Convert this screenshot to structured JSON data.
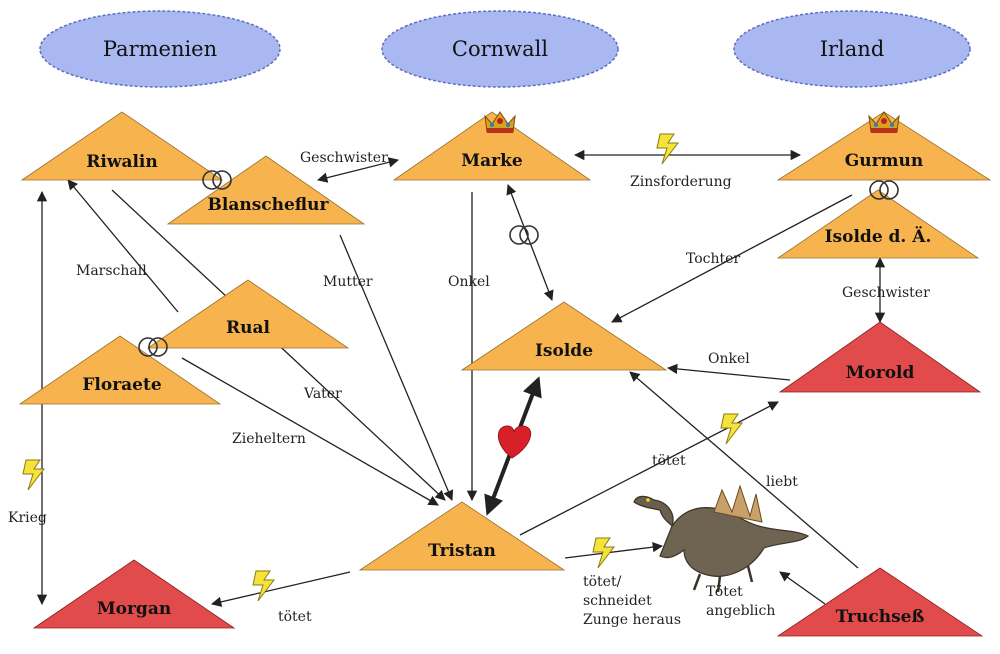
{
  "regions": [
    {
      "id": "parmenien",
      "label": "Parmenien"
    },
    {
      "id": "cornwall",
      "label": "Cornwall"
    },
    {
      "id": "irland",
      "label": "Irland"
    }
  ],
  "characters": {
    "riwalin": "Riwalin",
    "blanscheflur": "Blanscheflur",
    "marke": "Marke",
    "gurmun": "Gurmun",
    "isolde_ae": "Isolde d. Ä.",
    "rual": "Rual",
    "floraete": "Floraete",
    "isolde": "Isolde",
    "morold": "Morold",
    "tristan": "Tristan",
    "morgan": "Morgan",
    "truchsess": "Truchseß"
  },
  "relations": {
    "geschwister_top": "Geschwister",
    "zinsforderung": "Zinsforderung",
    "marschall": "Marschall",
    "mutter": "Mutter",
    "onkel_marke": "Onkel",
    "tochter": "Tochter",
    "geschwister_right": "Geschwister",
    "onkel_morold": "Onkel",
    "vater": "Vater",
    "zieheltern": "Zieheltern",
    "krieg": "Krieg",
    "toetet_morold": "tötet",
    "liebt": "liebt",
    "toetet_dragon": "tötet/",
    "schneidet": "schneidet",
    "zunge": "Zunge heraus",
    "toetet_angeblich_1": "Tötet",
    "toetet_angeblich_2": "angeblich",
    "toetet_morgan": "tötet"
  },
  "colors": {
    "region_fill": "#a9b8f0",
    "region_stroke": "#5d6fbf",
    "noble_fill": "#f6b34e",
    "enemy_fill": "#e24b4b",
    "arrow": "#222222",
    "heart": "#d8202a",
    "lightning": "#f5e23a"
  }
}
